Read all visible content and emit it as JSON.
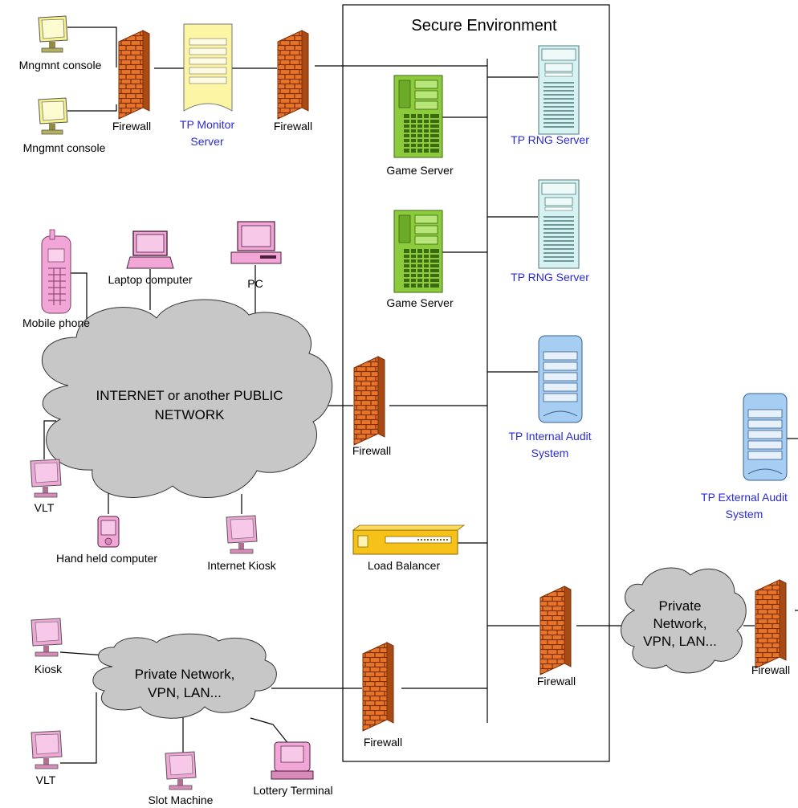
{
  "secure_environment": {
    "title": "Secure Environment"
  },
  "labels": {
    "mgmt_console_1": "Mngmnt console",
    "mgmt_console_2": "Mngmnt console",
    "firewall_top_left": "Firewall",
    "tp_monitor_line1": "TP Monitor",
    "tp_monitor_line2": "Server",
    "firewall_top_mid": "Firewall",
    "game_server_1": "Game Server",
    "game_server_2": "Game Server",
    "rng_server_1": "TP RNG Server",
    "rng_server_2": "TP RNG Server",
    "laptop": "Laptop computer",
    "pc": "PC",
    "mobile": "Mobile phone",
    "internet_line1": "INTERNET or another PUBLIC",
    "internet_line2": "NETWORK",
    "firewall_internet": "Firewall",
    "internal_audit_line1": "TP Internal Audit",
    "internal_audit_line2": "System",
    "external_audit_line1": "TP External Audit",
    "external_audit_line2": "System",
    "vlt_1": "VLT",
    "handheld": "Hand held computer",
    "internet_kiosk": "Internet Kiosk",
    "load_balancer": "Load Balancer",
    "private_right_line1": "Private",
    "private_right_line2": "Network,",
    "private_right_line3": "VPN, LAN...",
    "firewall_right_inner": "Firewall",
    "firewall_right_outer": "Firewall",
    "kiosk": "Kiosk",
    "private_left_line1": "Private Network,",
    "private_left_line2": "VPN, LAN...",
    "firewall_bottom": "Firewall",
    "vlt_2": "VLT",
    "slot_machine": "Slot Machine",
    "lottery_terminal": "Lottery Terminal"
  },
  "colors": {
    "firewall_brick": "#e8742a",
    "firewall_mortar": "#7a2e08",
    "monitor_server": "#fbf5a4",
    "game_server": "#8ccc3c",
    "rng_server": "#d6f2f2",
    "audit_server": "#a6cdf2",
    "pink_device": "#f2a6d8",
    "terminal_yellow": "#f8f28c",
    "cloud": "#c7c7c7",
    "load_balancer": "#f6c21a",
    "blue_label": "#2a2ad6"
  }
}
